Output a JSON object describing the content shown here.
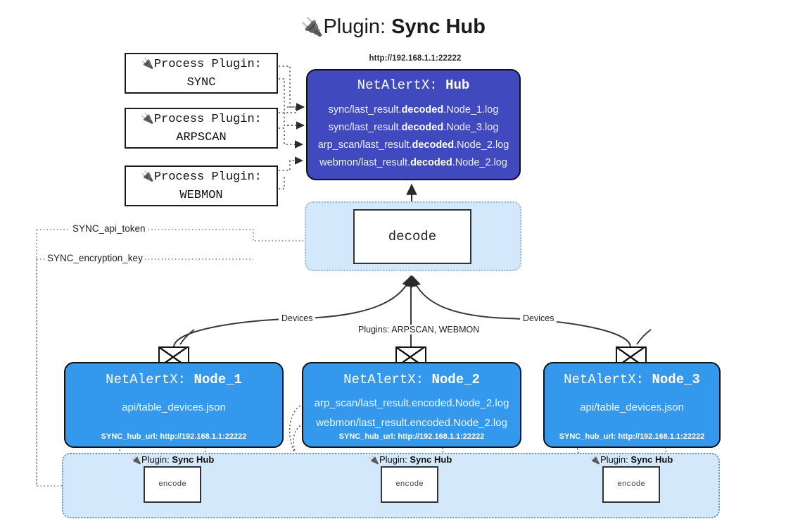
{
  "title": {
    "icon": "electric-plug-icon",
    "glyph": "🔌",
    "prefix": "Plugin:",
    "name": "Sync Hub"
  },
  "process_plugins": [
    {
      "line1": "Process Plugin:",
      "line2": "SYNC",
      "icon": "electric-plug-icon"
    },
    {
      "line1": "Process Plugin:",
      "line2": "ARPSCAN",
      "icon": "electric-plug-icon"
    },
    {
      "line1": "Process Plugin:",
      "line2": "WEBMON",
      "icon": "electric-plug-icon"
    }
  ],
  "hub": {
    "url": "http://192.168.1.1:22222",
    "prefix": "NetAlertX:",
    "name": "Hub",
    "rows": [
      {
        "pre": "sync/last_result.",
        "em": "decoded",
        "post": ".Node_1.log"
      },
      {
        "pre": "sync/last_result.",
        "em": "decoded",
        "post": ".Node_3.log"
      },
      {
        "pre": "arp_scan/last_result.",
        "em": "decoded",
        "post": ".Node_2.log"
      },
      {
        "pre": "webmon/last_result.",
        "em": "decoded",
        "post": ".Node_2.log"
      }
    ]
  },
  "decode": {
    "label": "decode"
  },
  "settings": {
    "api_token": "SYNC_api_token",
    "encryption_key": "SYNC_encryption_key"
  },
  "edges": {
    "devices_left": "Devices",
    "devices_right": "Devices",
    "plugins_center": "Plugins: ARPSCAN, WEBMON"
  },
  "nodes": [
    {
      "prefix": "NetAlertX:",
      "name": "Node_1",
      "icon": "envelope-icon",
      "rows": [
        "api/table_devices.json"
      ],
      "footer": "SYNC_hub_url: http://192.168.1.1:22222"
    },
    {
      "prefix": "NetAlertX:",
      "name": "Node_2",
      "icon": "envelope-icon",
      "rows": [
        "arp_scan/last_result.encoded.Node_2.log",
        "webmon/last_result.encoded.Node_2.log"
      ],
      "footer": "SYNC_hub_url: http://192.168.1.1:22222"
    },
    {
      "prefix": "NetAlertX:",
      "name": "Node_3",
      "icon": "envelope-icon",
      "rows": [
        "api/table_devices.json"
      ],
      "footer": "SYNC_hub_url: http://192.168.1.1:22222"
    }
  ],
  "encoders": [
    {
      "plugin_prefix": "Plugin:",
      "plugin_name": "Sync Hub",
      "label": "encode",
      "icon": "electric-plug-icon"
    },
    {
      "plugin_prefix": "Plugin:",
      "plugin_name": "Sync Hub",
      "label": "encode",
      "icon": "electric-plug-icon"
    },
    {
      "plugin_prefix": "Plugin:",
      "plugin_name": "Sync Hub",
      "label": "encode",
      "icon": "electric-plug-icon"
    }
  ],
  "colors": {
    "hub_fill": "#4049bd",
    "node_fill": "#3498ec",
    "container_fill": "#d4e8fb",
    "stroke": "#111111",
    "background": "#ffffff"
  }
}
